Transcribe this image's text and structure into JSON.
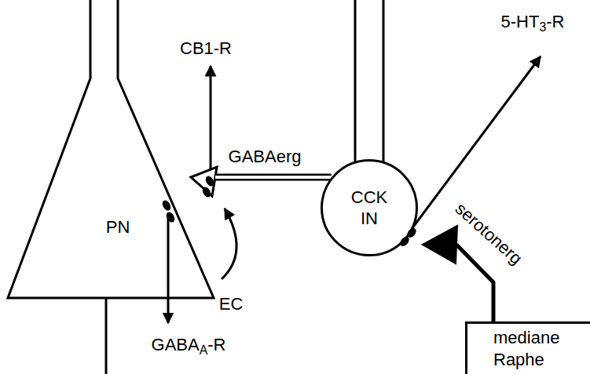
{
  "diagram": {
    "nodes": [
      {
        "text": [
          "PN"
        ]
      },
      {
        "text": [
          "CCK IN"
        ]
      },
      {
        "text": [
          "mediane Raphe"
        ]
      }
    ],
    "edges": [
      {
        "from": 1,
        "to": 0,
        "arrow": "none",
        "label": "GABAerg"
      },
      {
        "from": 2,
        "to": 1,
        "arrow": "none",
        "label": "serotonerg"
      }
    ],
    "labels": [
      "CB1-R",
      "5-HT3-R",
      "EC",
      "GABAA-R"
    ]
  }
}
